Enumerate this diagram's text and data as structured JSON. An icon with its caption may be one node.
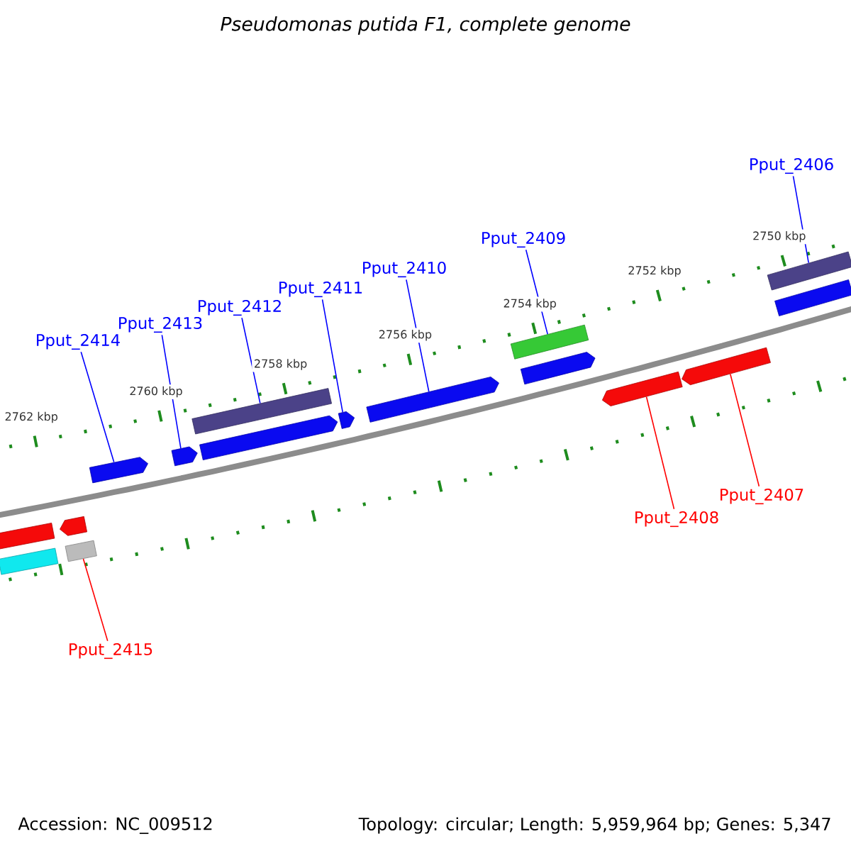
{
  "diagram": {
    "title": "Pseudomonas putida F1, complete genome",
    "nodes": [
      {
        "text": [
          "Pput_2414"
        ]
      },
      {
        "text": [
          "Pput_2413"
        ]
      },
      {
        "text": [
          "Pput_2412"
        ]
      },
      {
        "text": [
          "Pput_2411"
        ]
      },
      {
        "text": [
          "Pput_2410"
        ]
      },
      {
        "text": [
          "Pput_2409"
        ]
      },
      {
        "text": [
          "Pput_2406"
        ]
      },
      {
        "text": [
          "Pput_2415"
        ]
      },
      {
        "text": [
          "Pput_2408"
        ]
      },
      {
        "text": [
          "Pput_2407"
        ]
      },
      {
        "text": [],
        "shape": "bar"
      },
      {
        "text": [],
        "shape": "arrow"
      },
      {
        "text": [],
        "shape": "bar"
      },
      {
        "text": [],
        "shape": "bar"
      },
      {
        "text": [],
        "shape": "arrow"
      },
      {
        "text": [],
        "shape": "arrow"
      },
      {
        "text": [],
        "shape": "bar"
      },
      {
        "text": [],
        "shape": "arrow"
      },
      {
        "text": [],
        "shape": "arrow"
      },
      {
        "text": [],
        "shape": "arrow"
      },
      {
        "text": [],
        "shape": "bar"
      },
      {
        "text": [],
        "shape": "arrow"
      },
      {
        "text": [],
        "shape": "arrow"
      },
      {
        "text": [],
        "shape": "arrow"
      },
      {
        "text": [],
        "shape": "bar"
      },
      {
        "text": [],
        "shape": "bar"
      }
    ],
    "edges": [
      {
        "from": 0,
        "to": 14,
        "arrow": "none"
      },
      {
        "from": 1,
        "to": 15,
        "arrow": "none"
      },
      {
        "from": 2,
        "to": 16,
        "arrow": "none"
      },
      {
        "from": 3,
        "to": 18,
        "arrow": "none"
      },
      {
        "from": 4,
        "to": 19,
        "arrow": "none"
      },
      {
        "from": 5,
        "to": 20,
        "arrow": "none"
      },
      {
        "from": 6,
        "to": 24,
        "arrow": "none"
      },
      {
        "from": 7,
        "to": 13,
        "arrow": "none",
        "color": "#ff0000"
      },
      {
        "from": 8,
        "to": 22,
        "arrow": "none",
        "color": "#ff0000"
      },
      {
        "from": 9,
        "to": 23,
        "arrow": "none",
        "color": "#ff0000"
      }
    ],
    "labels": [
      "2750 kbp",
      "2752 kbp",
      "2754 kbp",
      "2756 kbp",
      "2758 kbp",
      "2760 kbp",
      "2762 kbp",
      "Accession: NC_009512",
      "Topology: circular; Length: 5,959,964 bp; Genes: 5,347"
    ]
  }
}
